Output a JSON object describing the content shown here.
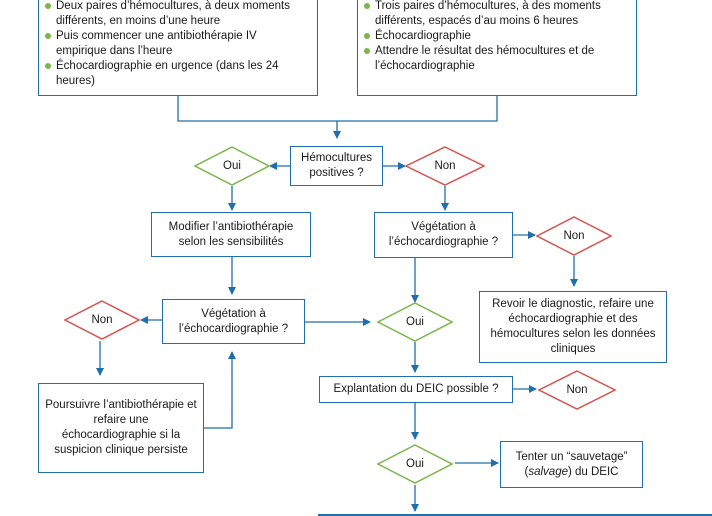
{
  "left_top_box": {
    "items": [
      "Deux paires d’hémocultures, à deux moments différents, en moins d’une heure",
      "Puis commencer une antibiothérapie IV empirique dans l’heure",
      "Échocardiographie en urgence (dans les 24 heures)"
    ]
  },
  "right_top_box": {
    "items": [
      "Trois paires d’hémocultures, à des moments différents, espacés d’au moins 6 heures",
      "Échocardiographie",
      "Attendre le résultat des hémocultures et de l’échocardiographie"
    ]
  },
  "hemo_box": {
    "label": "Hémocultures positives ?"
  },
  "oui1": "Oui",
  "non1": "Non",
  "modifier_box": {
    "label": "Modifier l’antibiothérapie selon les sensibilités"
  },
  "veg_right_box": {
    "label": "Végétation à l’échocardiographie ?"
  },
  "non2": "Non",
  "revoir_box": {
    "label": "Revoir le diagnostic, refaire une échocardiographie et des hémocultures selon les données cliniques"
  },
  "veg_center_box": {
    "label": "Végétation à l’échocardiographie ?"
  },
  "non3": "Non",
  "oui2": "Oui",
  "poursuivre_box": {
    "label": "Poursuivre l’antibiothérapie et refaire une échocardiographie si la suspicion clinique persiste"
  },
  "explant_box": {
    "label": "Explantation du DEIC possible ?"
  },
  "non4": "Non",
  "oui3": "Oui",
  "sauvetage_box": {
    "pre": "Tenter un “sauvetage”",
    "italic": "salvage",
    "open_paren": "(",
    "post": ") du DEIC"
  },
  "colors": {
    "box_border": "#1f6fae",
    "oui": "#7ab648",
    "non": "#d9534f",
    "arrow": "#1f6fae"
  }
}
